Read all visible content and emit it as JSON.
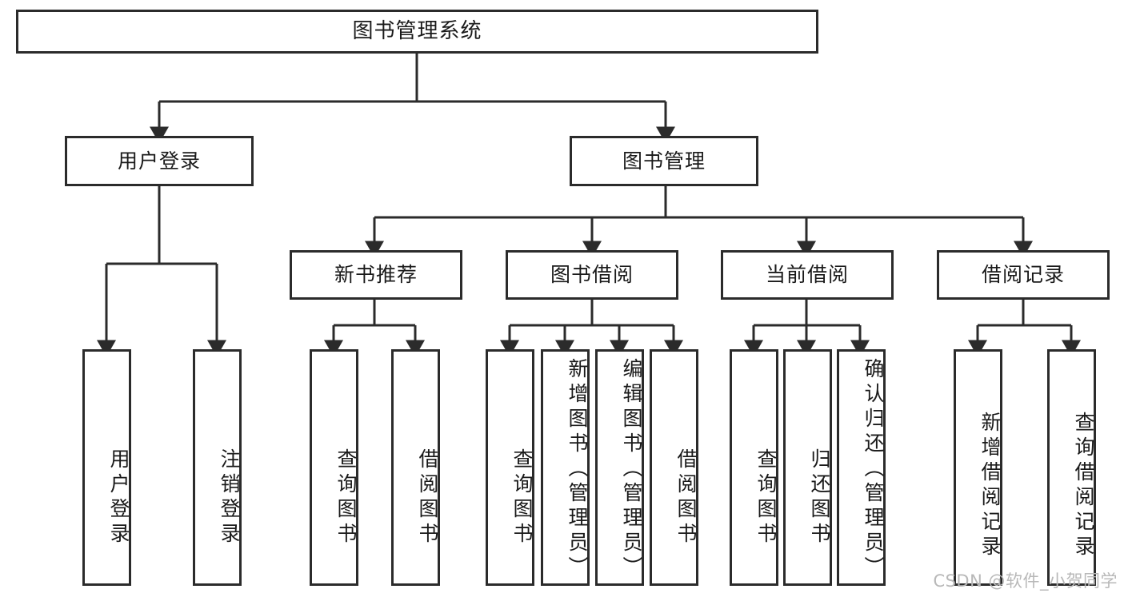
{
  "diagram": {
    "type": "tree-hierarchy-chart",
    "title": "图书管理系统",
    "orientation": "top-down",
    "colors": {
      "box_border": "#2b2b2b",
      "box_fill": "#ffffff",
      "edge": "#2b2b2b",
      "text": "#1a1a1a",
      "watermark": "#b8b8b8",
      "background": "#ffffff"
    },
    "levels": {
      "level1": [
        "图书管理系统"
      ],
      "level2": [
        "用户登录",
        "图书管理"
      ],
      "level3": [
        "新书推荐",
        "图书借阅",
        "当前借阅",
        "借阅记录"
      ],
      "level4": [
        "用户登录",
        "注销登录",
        "查询图书",
        "借阅图书",
        "查询图书",
        "新增图书（管理员）",
        "编辑图书（管理员）",
        "借阅图书",
        "查询图书",
        "归还图书",
        "确认归还（管理员）",
        "新增借阅记录",
        "查询借阅记录"
      ]
    },
    "nodes": {
      "root": {
        "label": "图书管理系统"
      },
      "user_login": {
        "label": "用户登录"
      },
      "book_manage": {
        "label": "图书管理"
      },
      "new_book_rec": {
        "label": "新书推荐"
      },
      "book_borrow": {
        "label": "图书借阅"
      },
      "current_borrow": {
        "label": "当前借阅"
      },
      "borrow_record": {
        "label": "借阅记录"
      },
      "leaf_user_login": {
        "label": "用户登录"
      },
      "leaf_user_logout": {
        "label": "注销登录"
      },
      "leaf_rec_query": {
        "label": "查询图书"
      },
      "leaf_rec_borrow": {
        "label": "借阅图书"
      },
      "leaf_bb_query": {
        "label": "查询图书"
      },
      "leaf_bb_add": {
        "label": "新增图书（管理员）"
      },
      "leaf_bb_edit": {
        "label": "编辑图书（管理员）"
      },
      "leaf_bb_borrow": {
        "label": "借阅图书"
      },
      "leaf_cb_query": {
        "label": "查询图书"
      },
      "leaf_cb_return": {
        "label": "归还图书"
      },
      "leaf_cb_confirm": {
        "label": "确认归还（管理员）"
      },
      "leaf_br_add": {
        "label": "新增借阅记录"
      },
      "leaf_br_query": {
        "label": "查询借阅记录"
      }
    },
    "edges": [
      {
        "from": "图书管理系统",
        "to": "用户登录"
      },
      {
        "from": "图书管理系统",
        "to": "图书管理"
      },
      {
        "from": "用户登录",
        "to": "用户登录"
      },
      {
        "from": "用户登录",
        "to": "注销登录"
      },
      {
        "from": "图书管理",
        "to": "新书推荐"
      },
      {
        "from": "图书管理",
        "to": "图书借阅"
      },
      {
        "from": "图书管理",
        "to": "当前借阅"
      },
      {
        "from": "图书管理",
        "to": "借阅记录"
      },
      {
        "from": "新书推荐",
        "to": "查询图书"
      },
      {
        "from": "新书推荐",
        "to": "借阅图书"
      },
      {
        "from": "图书借阅",
        "to": "查询图书"
      },
      {
        "from": "图书借阅",
        "to": "新增图书（管理员）"
      },
      {
        "from": "图书借阅",
        "to": "编辑图书（管理员）"
      },
      {
        "from": "图书借阅",
        "to": "借阅图书"
      },
      {
        "from": "当前借阅",
        "to": "查询图书"
      },
      {
        "from": "当前借阅",
        "to": "归还图书"
      },
      {
        "from": "当前借阅",
        "to": "确认归还（管理员）"
      },
      {
        "from": "借阅记录",
        "to": "新增借阅记录"
      },
      {
        "from": "借阅记录",
        "to": "查询借阅记录"
      }
    ]
  },
  "watermark": {
    "text": "CSDN @软件_小贺同学"
  }
}
